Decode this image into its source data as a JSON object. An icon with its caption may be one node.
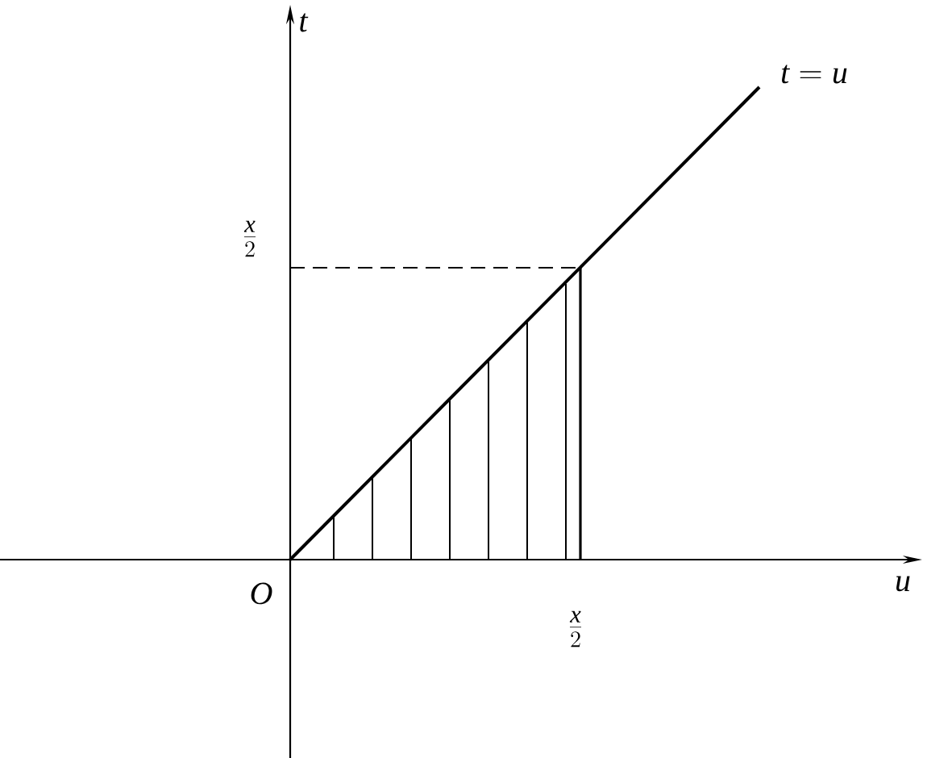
{
  "diagram": {
    "labels": [
      "t",
      "t=u",
      "\\frac{x}{2}",
      "O",
      "u",
      "\\frac{x}{2}"
    ]
  }
}
